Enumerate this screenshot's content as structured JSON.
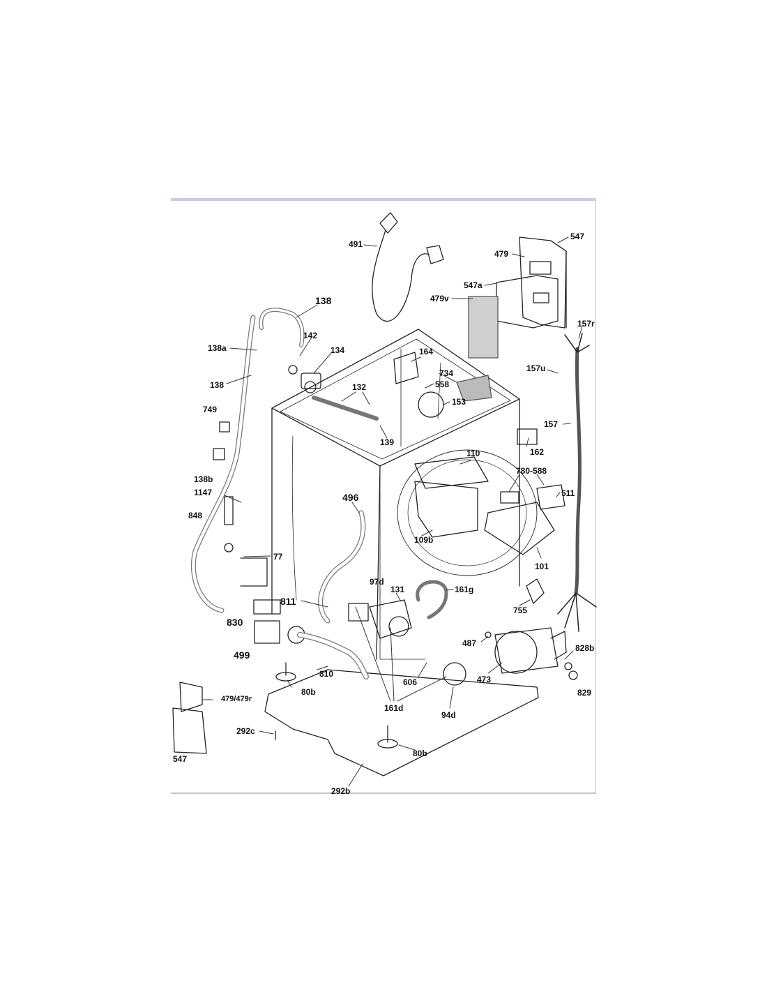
{
  "labels": {
    "l491": "491",
    "l547top": "547",
    "l479": "479",
    "l547a": "547a",
    "l479v": "479v",
    "l138": "138",
    "l142": "142",
    "l138a": "138a",
    "l134": "134",
    "l164": "164",
    "l157r": "157r",
    "l138left": "138",
    "l157u": "157u",
    "l734": "734",
    "l132": "132",
    "l558": "558",
    "l153": "153",
    "l749": "749",
    "l157": "157",
    "l139": "139",
    "l162": "162",
    "l110": "110",
    "l138b": "138b",
    "l780": "780-588",
    "l1147": "1147",
    "l511": "511",
    "l496": "496",
    "l848": "848",
    "l109b": "109b",
    "l77": "77",
    "l101": "101",
    "l97d": "97d",
    "l131": "131",
    "l161g": "161g",
    "l811": "811",
    "l830": "830",
    "l755": "755",
    "l499": "499",
    "l487": "487",
    "l828b": "828b",
    "l810": "810",
    "l473": "473",
    "l606": "606",
    "l80btop": "80b",
    "l829": "829",
    "l479r": "479/479r",
    "l161d": "161d",
    "l94d": "94d",
    "l292c": "292c",
    "l80bbot": "80b",
    "l547bot": "547",
    "l292b": "292b"
  }
}
